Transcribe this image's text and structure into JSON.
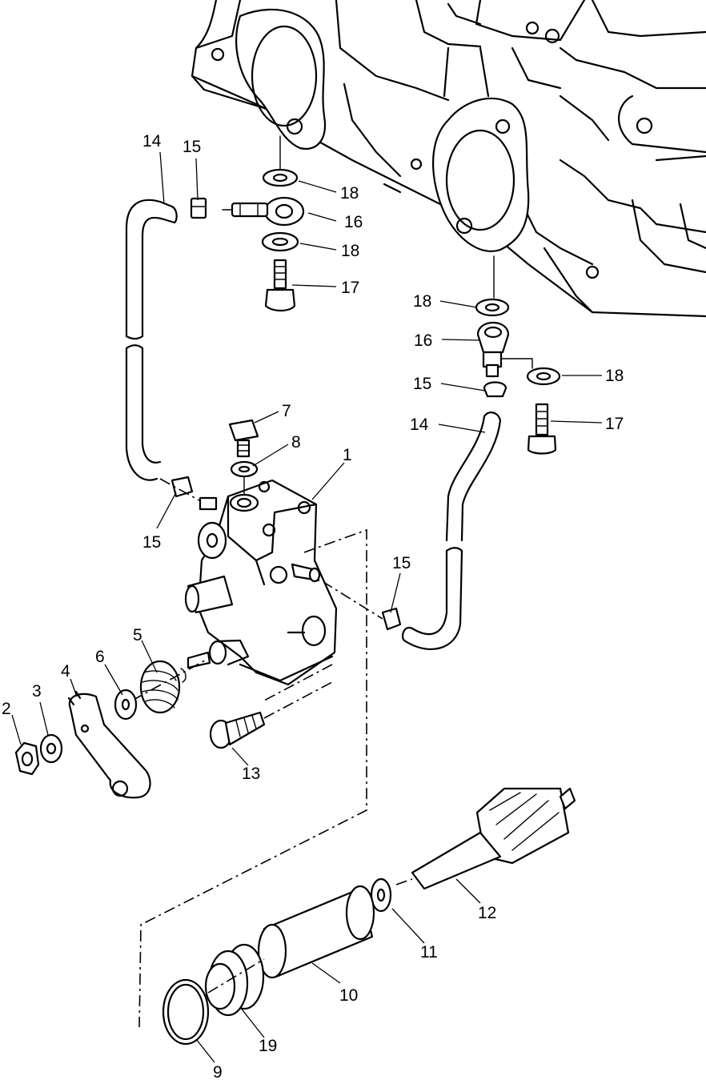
{
  "callouts": {
    "c1": "1",
    "c2": "2",
    "c3": "3",
    "c4": "4",
    "c5": "5",
    "c6": "6",
    "c7": "7",
    "c8": "8",
    "c9": "9",
    "c10": "10",
    "c11": "11",
    "c12": "12",
    "c13": "13",
    "c14a": "14",
    "c14b": "14",
    "c15a": "15",
    "c15b": "15",
    "c15c": "15",
    "c15d": "15",
    "c16a": "16",
    "c16b": "16",
    "c17a": "17",
    "c17b": "17",
    "c18a": "18",
    "c18b": "18",
    "c18c": "18",
    "c18d": "18",
    "c19": "19"
  }
}
